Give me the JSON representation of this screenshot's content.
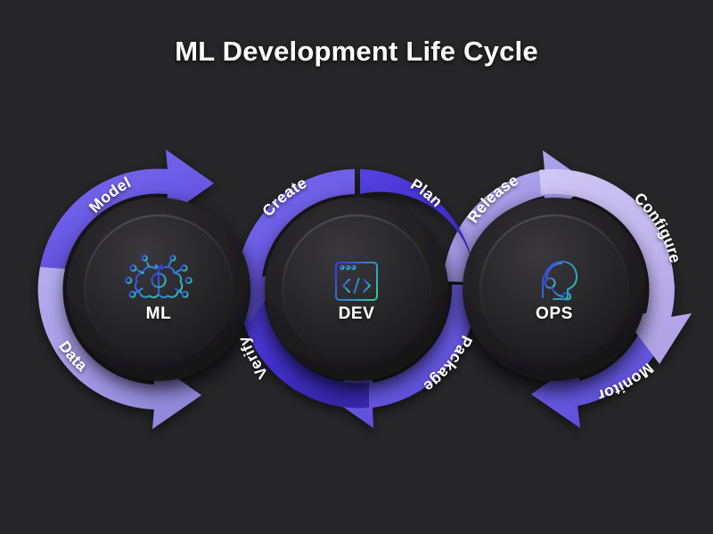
{
  "page": {
    "title": "ML Development Life Cycle",
    "background_color": "#262528",
    "title_color": "#ffffff"
  },
  "palette": {
    "indigo_dark": "#4430CF",
    "purple_mid": "#6B5BE6",
    "lavender": "#A79BE8",
    "lavender_light": "#BFB5EE",
    "hub_outer": "#282729",
    "hub_inner": "#2b2a2d",
    "icon_gradient_start": "#3f3ddb",
    "icon_gradient_end": "#2fc6a6"
  },
  "cycles": [
    {
      "id": "ml",
      "hub_label": "ML",
      "icon": "ai-brain-circuit-icon",
      "stages": [
        {
          "label": "Model",
          "color": "#6B5BE6",
          "position": "top-left"
        },
        {
          "label": "Data",
          "color": "#B2A7EC",
          "position": "bottom-left"
        }
      ]
    },
    {
      "id": "dev",
      "hub_label": "DEV",
      "icon": "code-window-icon",
      "stages": [
        {
          "label": "Create",
          "color": "#6B5BE6",
          "position": "top-left"
        },
        {
          "label": "Plan",
          "color": "#4430CF",
          "position": "top-right"
        },
        {
          "label": "Package",
          "color": "#6B5BE6",
          "position": "bottom-right"
        },
        {
          "label": "Verify",
          "color": "#4430CF",
          "position": "bottom-left"
        }
      ]
    },
    {
      "id": "ops",
      "hub_label": "OPS",
      "icon": "headset-support-icon",
      "stages": [
        {
          "label": "Release",
          "color": "#A79BE8",
          "position": "top-left"
        },
        {
          "label": "Configure",
          "color": "#C2B8EF",
          "position": "top-right"
        },
        {
          "label": "Monitor",
          "color": "#6B5BE6",
          "position": "bottom-right"
        }
      ]
    }
  ]
}
